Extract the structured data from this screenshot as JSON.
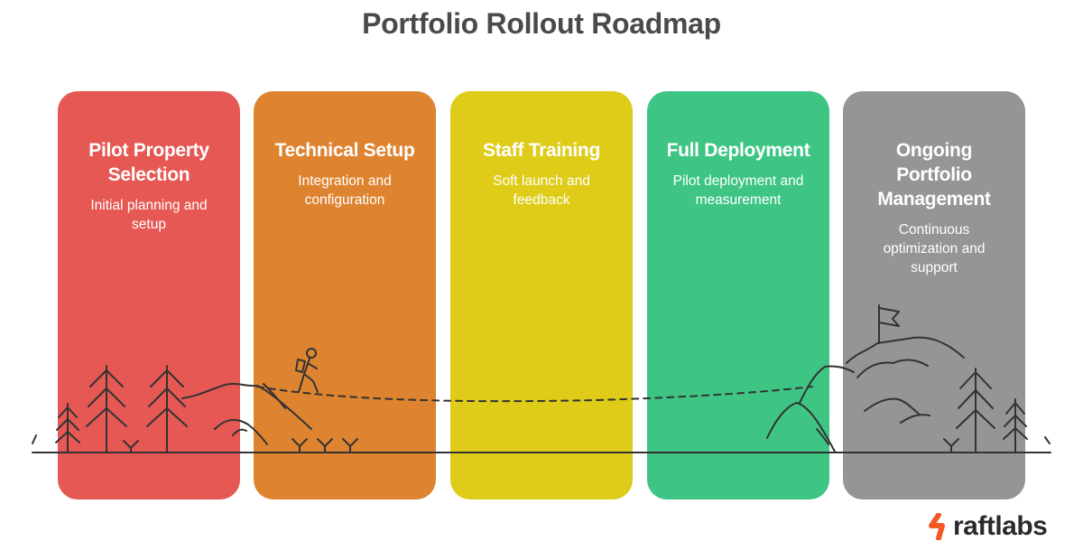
{
  "title": "Portfolio Rollout Roadmap",
  "stages": [
    {
      "title": "Pilot Property Selection",
      "description": "Initial planning and setup",
      "color": "#e55853"
    },
    {
      "title": "Technical Setup",
      "description": "Integration and configuration",
      "color": "#de8430"
    },
    {
      "title": "Staff Training",
      "description": "Soft launch and feedback",
      "color": "#decc18"
    },
    {
      "title": "Full Deployment",
      "description": "Pilot deployment and measurement",
      "color": "#3ec584"
    },
    {
      "title": "Ongoing Portfolio Management",
      "description": "Continuous optimization and support",
      "color": "#959595"
    }
  ],
  "logo": {
    "text": "raftlabs",
    "color": "#f25a24"
  }
}
